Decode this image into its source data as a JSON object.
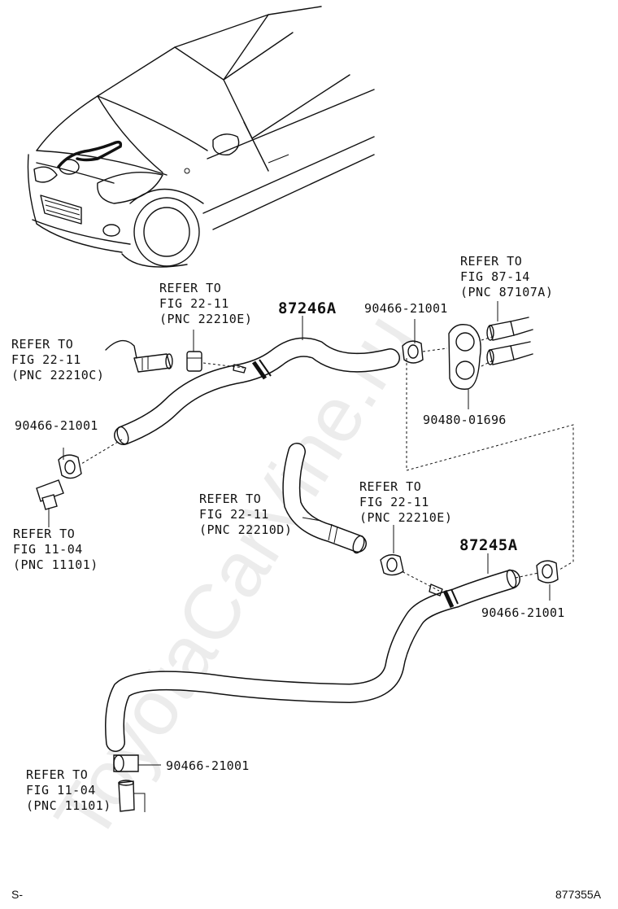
{
  "watermark": "ToyotaCarVine.ru",
  "corner": {
    "left": "S-",
    "right": "877355A"
  },
  "labels": {
    "ref_87_14": [
      "REFER TO",
      "FIG 87-14",
      "(PNC 87107A)"
    ],
    "ref_22_11e_top": [
      "REFER TO",
      "FIG 22-11",
      "(PNC 22210E)"
    ],
    "ref_22_11c": [
      "REFER TO",
      "FIG 22-11",
      "(PNC 22210C)"
    ],
    "ref_11_04_top": [
      "REFER TO",
      "FIG 11-04",
      "(PNC 11101)"
    ],
    "ref_22_11d": [
      "REFER TO",
      "FIG 22-11",
      "(PNC 22210D)"
    ],
    "ref_22_11e_mid": [
      "REFER TO",
      "FIG 22-11",
      "(PNC 22210E)"
    ],
    "ref_11_04_bottom": [
      "REFER TO",
      "FIG 11-04",
      "(PNC 11101)"
    ]
  },
  "parts": {
    "hose_upper": "87246A",
    "hose_lower": "87245A",
    "clamp_top_right": "90466-21001",
    "clamp_left": "90466-21001",
    "clamp_mid_right": "90466-21001",
    "clamp_bottom": "90466-21001",
    "grommet": "90480-01696"
  }
}
